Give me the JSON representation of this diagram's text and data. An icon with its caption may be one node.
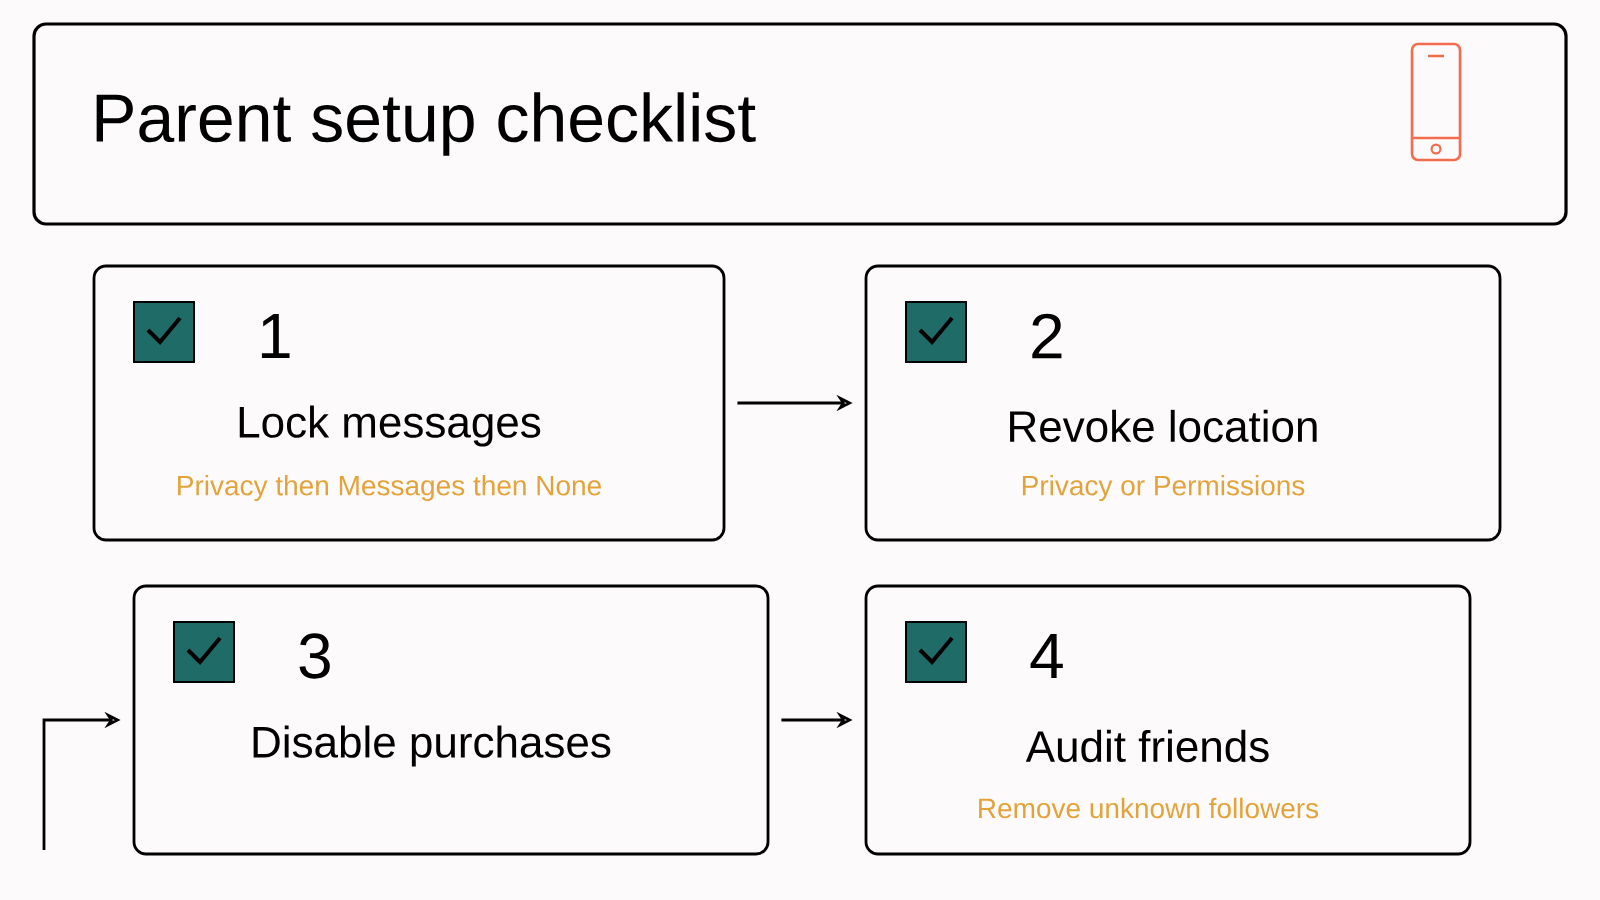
{
  "diagram": {
    "nodes": [
      {
        "text": [
          "Parent setup checklist"
        ]
      },
      {
        "text": [
          "1",
          "Lock messages",
          "Privacy then Messages then None"
        ]
      },
      {
        "text": [
          "2",
          "Revoke location",
          "Privacy or Permissions"
        ]
      },
      {
        "text": [
          "3",
          "Disable purchases"
        ]
      },
      {
        "text": [
          "4",
          "Audit friends",
          "Remove unknown followers"
        ]
      }
    ],
    "edges": [
      {
        "from": 1,
        "to": 2,
        "arrow": "to"
      },
      {
        "from": null,
        "to": 3,
        "arrow": "to"
      },
      {
        "from": 3,
        "to": 4,
        "arrow": "to"
      }
    ]
  }
}
